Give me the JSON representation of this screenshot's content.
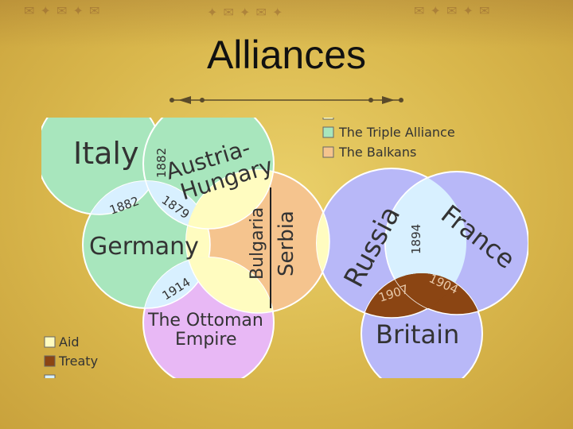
{
  "slide": {
    "title": "Alliances"
  },
  "legend_top": [
    {
      "label": "The Triple Alliance",
      "color": "#a8e6bd"
    },
    {
      "label": "The Balkans",
      "color": "#f5c48e"
    }
  ],
  "legend_bottom": [
    {
      "label": "Aid",
      "color": "#fffcc0"
    },
    {
      "label": "Treaty",
      "color": "#8b4513"
    }
  ],
  "countries": {
    "italy": "Italy",
    "austria_line1": "Austria-",
    "austria_line2": "Hungary",
    "germany": "Germany",
    "bulgaria": "Bulgaria",
    "serbia": "Serbia",
    "ottoman_line1": "The Ottoman",
    "ottoman_line2": "Empire",
    "russia": "Russia",
    "france": "France",
    "britain": "Britain"
  },
  "treaty_years": {
    "italy_austria": "1882",
    "italy_germany": "1882",
    "germany_austria": "1879",
    "germany_ottoman": "1914",
    "russia_france": "1894",
    "russia_britain": "1907",
    "france_britain": "1904"
  },
  "colors": {
    "triple_alliance": "#a8e6bd",
    "balkans": "#f5c48e",
    "aid": "#fffcc0",
    "treaty": "#8b4513",
    "ottoman": "#e8b8f5",
    "entente": "#b8b8f8",
    "intersection_light": "#d8f0ff"
  }
}
